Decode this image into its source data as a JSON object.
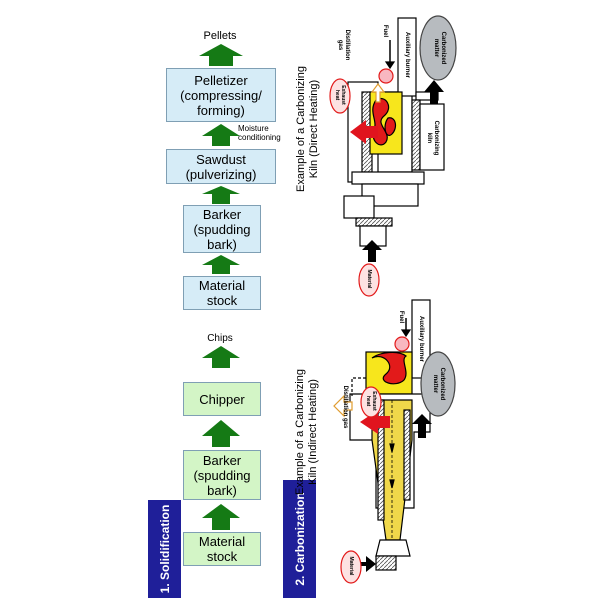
{
  "colors": {
    "arrow_green": "#157a15",
    "box_blue": "#d6ecf7",
    "box_green": "#d3f5c6",
    "box_border": "#7f9fb4",
    "section_bar": "#1f1f99",
    "flame_red": "#e21a1a",
    "flame_yellow": "#f7e61c",
    "kiln_yellow": "#f0d84a",
    "exhaust_arrow": "#e0141e"
  },
  "section1": {
    "title": "1. Solidification",
    "pellets_chain": {
      "output": "Pellets",
      "pelletizer": "Pelletizer\n(compressing/\nforming)",
      "moisture_note": "Moisture\nconditioning",
      "sawdust": "Sawdust\n(pulverizing)",
      "barker": "Barker\n(spudding\nbark)",
      "material": "Material\nstock"
    },
    "chips_chain": {
      "output": "Chips",
      "chipper": "Chipper",
      "barker": "Barker\n(spudding\nbark)",
      "material": "Material\nstock"
    }
  },
  "section2": {
    "title": "2. Carbonization",
    "direct": {
      "caption_line1": "Example of a Carbonizing",
      "caption_line2": "Kiln  (Direct Heating)",
      "distillation_gas": "Distillation\ngas",
      "fuel": "Fuel",
      "auxiliary_burner": "Auxiliary burner",
      "carbonized_matter": "Carbonized\nmatter",
      "exhaust_heat": "Exhaust\nheat",
      "carbonizing_kiln": "Carbonizing\nkiln",
      "material": "Material"
    },
    "indirect": {
      "caption_line1": "Example of a Carbonizing",
      "caption_line2": "Kiln (Indirect Heating)",
      "distillation_gas": "Distillation gas",
      "fuel": "Fuel",
      "auxiliary_burner": "Auxiliary burner",
      "carbonized_matter": "Carbonized\nmatter",
      "exhaust_heat": "Exhaust\nheat",
      "material": "Material"
    }
  }
}
